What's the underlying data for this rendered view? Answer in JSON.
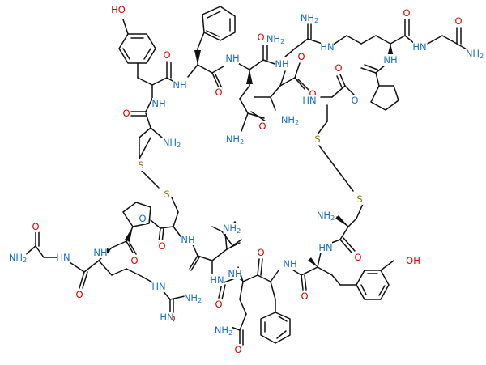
{
  "colors": {
    "bond": "#111111",
    "oxygen": "#e00000",
    "nitrogen": "#1a6fc4",
    "sulfur": "#8a7a00"
  },
  "labels": {
    "hydroxyl": "HO",
    "hydroxyl_right": "OH",
    "oxygen": "O",
    "nitrogen_h": "NH",
    "nitrogen_h_right": "HN",
    "amine": "NH",
    "amine_sub": "2",
    "amine_left": "H",
    "amine_left_n": "N",
    "amide_nh2": "NH",
    "imine_nh": "HN",
    "amino_h2n": "H",
    "amino_h2n_n": "N",
    "sulfur": "S"
  }
}
